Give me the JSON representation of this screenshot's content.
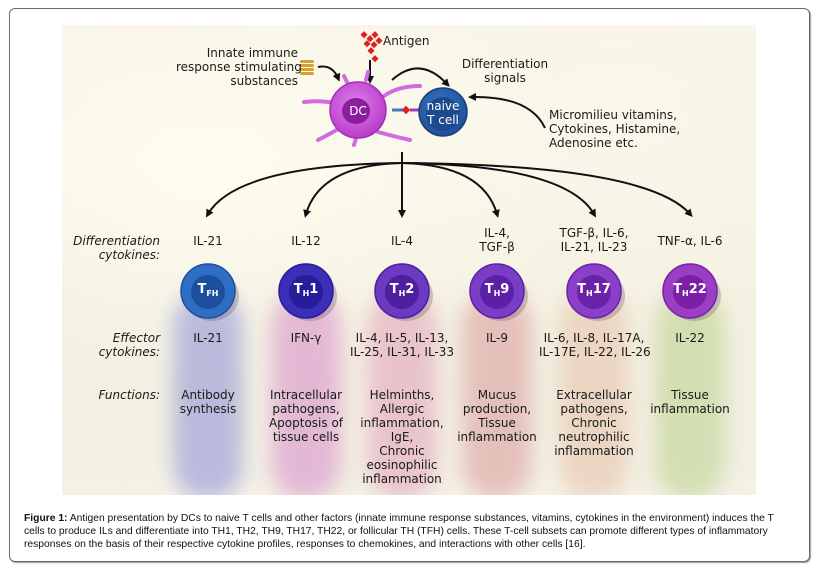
{
  "top": {
    "innate_label": [
      "Innate immune",
      "response stimulating",
      "substances"
    ],
    "antigen_label": "Antigen",
    "dc_label": "DC",
    "naive_label": [
      "naive",
      "T cell"
    ],
    "diff_signals_label": [
      "Differentiation",
      "signals"
    ],
    "micromilieu_label": [
      "Micromilieu vitamins,",
      "Cytokines, Histamine,",
      "Adenosine etc."
    ]
  },
  "row_headers": {
    "differentiation": [
      "Differentiation",
      "cytokines:"
    ],
    "effector": [
      "Effector",
      "cytokines:"
    ],
    "functions": "Functions:"
  },
  "subsets": [
    {
      "name": "TFH",
      "main": "T",
      "sub": "FH",
      "suffix": "",
      "color": "#2e6fc4",
      "nucleus": "#1c4f9e",
      "glow": "#8b8fd6",
      "differentiation": [
        "IL-21"
      ],
      "effector": [
        "IL-21"
      ],
      "functions": [
        "Antibody",
        "synthesis"
      ]
    },
    {
      "name": "TH1",
      "main": "T",
      "sub": "H",
      "suffix": "1",
      "color": "#3b2fb8",
      "nucleus": "#271c9c",
      "glow": "#d58bc8",
      "differentiation": [
        "IL-12"
      ],
      "effector": [
        "IFN-γ"
      ],
      "functions": [
        "Intracellular",
        "pathogens,",
        "Apoptosis of",
        "tissue cells"
      ]
    },
    {
      "name": "TH2",
      "main": "T",
      "sub": "H",
      "suffix": "2",
      "color": "#6a3ac0",
      "nucleus": "#4e1f9e",
      "glow": "#e0a0b8",
      "differentiation": [
        "IL-4"
      ],
      "effector": [
        "IL-4, IL-5, IL-13,",
        "IL-25, IL-31, IL-33"
      ],
      "functions": [
        "Helminths,",
        "Allergic",
        "inflammation,",
        "IgE,",
        "Chronic",
        "eosinophilic",
        "inflammation"
      ]
    },
    {
      "name": "TH9",
      "main": "T",
      "sub": "H",
      "suffix": "9",
      "color": "#7a3ec6",
      "nucleus": "#5c1fa6",
      "glow": "#d99a9a",
      "differentiation": [
        "IL-4,",
        "TGF-β"
      ],
      "effector": [
        "IL-9"
      ],
      "functions": [
        "Mucus",
        "production,",
        "Tissue",
        "inflammation"
      ]
    },
    {
      "name": "TH17",
      "main": "T",
      "sub": "H",
      "suffix": "17",
      "color": "#8a40c8",
      "nucleus": "#6a22a8",
      "glow": "#e6c0a8",
      "differentiation": [
        "TGF-β, IL-6,",
        "IL-21, IL-23"
      ],
      "effector": [
        "IL-6, IL-8, IL-17A,",
        "IL-17E, IL-22, IL-26"
      ],
      "functions": [
        "Extracellular",
        "pathogens,",
        "Chronic",
        "neutrophilic",
        "inflammation"
      ]
    },
    {
      "name": "TH22",
      "main": "T",
      "sub": "H",
      "suffix": "22",
      "color": "#9a3ec4",
      "nucleus": "#7a1fa6",
      "glow": "#b8d08a",
      "differentiation": [
        "TNF-α, IL-6"
      ],
      "effector": [
        "IL-22"
      ],
      "functions": [
        "Tissue",
        "inflammation"
      ]
    }
  ],
  "caption": {
    "label": "Figure 1:",
    "lines": [
      " Antigen presentation by DCs to naive T cells and other factors (innate immune response substances, vitamins, cytokines in the environment) induces the T",
      "cells to produce ILs and differentiate into TH1, TH2, TH9, TH17, TH22, or follicular TH (TFH) cells. These T-cell subsets can promote different types of inflammatory",
      "responses on the basis of their respective cytokine profiles, responses to chemokines, and interactions with other cells [16]."
    ]
  }
}
